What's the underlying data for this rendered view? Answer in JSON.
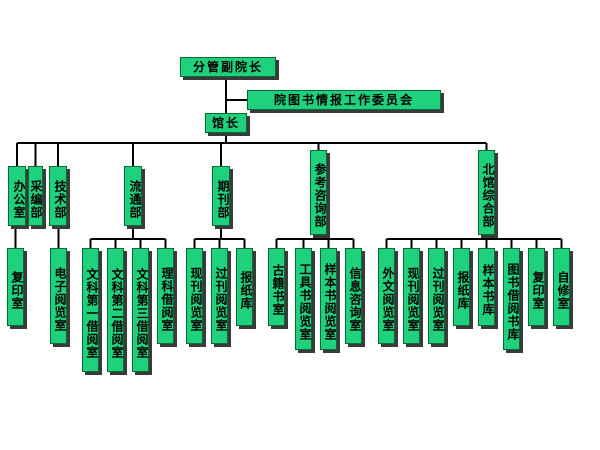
{
  "org": {
    "deputy": "分管副院长",
    "committee": "院图书情报工作委员会",
    "director": "馆长",
    "departments": [
      {
        "id": "office",
        "label": "办公室",
        "units": [
          "复印室"
        ]
      },
      {
        "id": "acquisition",
        "label": "采编部",
        "units": []
      },
      {
        "id": "technical",
        "label": "技术部",
        "units": [
          "电子阅览室"
        ]
      },
      {
        "id": "circulation",
        "label": "流通部",
        "units": [
          "文科第一借阅室",
          "文科第二借阅室",
          "文科第三借阅室",
          "理科借阅室"
        ]
      },
      {
        "id": "periodicals",
        "label": "期刊部",
        "units": [
          "现刊阅览室",
          "过刊阅览室",
          "报纸库"
        ]
      },
      {
        "id": "reference",
        "label": "参考咨询部",
        "units": [
          "古籍书室",
          "工具书阅览室",
          "样本书阅览室",
          "信息咨询室"
        ]
      },
      {
        "id": "north",
        "label": "北馆综合部",
        "units": [
          "外文阅览室",
          "现刊阅览室",
          "过刊阅览室",
          "报纸库",
          "样本书库",
          "图书借阅书库",
          "复印室",
          "自修室"
        ]
      }
    ]
  }
}
